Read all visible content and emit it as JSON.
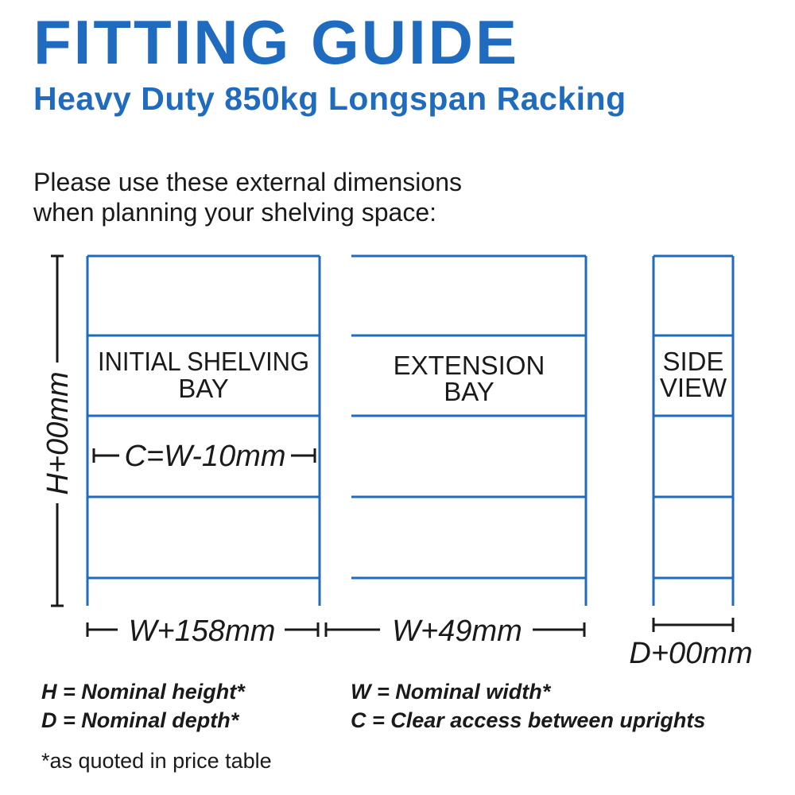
{
  "title": "FITTING GUIDE",
  "subtitle": "Heavy Duty 850kg Longspan Racking",
  "intro": {
    "line1": "Please use these external dimensions",
    "line2": "when planning your shelving space:"
  },
  "diagram": {
    "initial_bay_label": [
      "INITIAL SHELVING",
      "BAY"
    ],
    "extension_bay_label": [
      "EXTENSION",
      "BAY"
    ],
    "side_view_label": [
      "SIDE",
      "VIEW"
    ],
    "height_dim": "H+00mm",
    "clear_dim": "C=W-10mm",
    "initial_width_dim": "W+158mm",
    "extension_width_dim": "W+49mm",
    "depth_dim": "D+00mm",
    "shelf_color": "#1f6bbf"
  },
  "legend": {
    "h": "H = Nominal height*",
    "d": "D = Nominal depth*",
    "w": "W = Nominal width*",
    "c": "C = Clear access between uprights"
  },
  "footnote": "*as quoted in price table"
}
